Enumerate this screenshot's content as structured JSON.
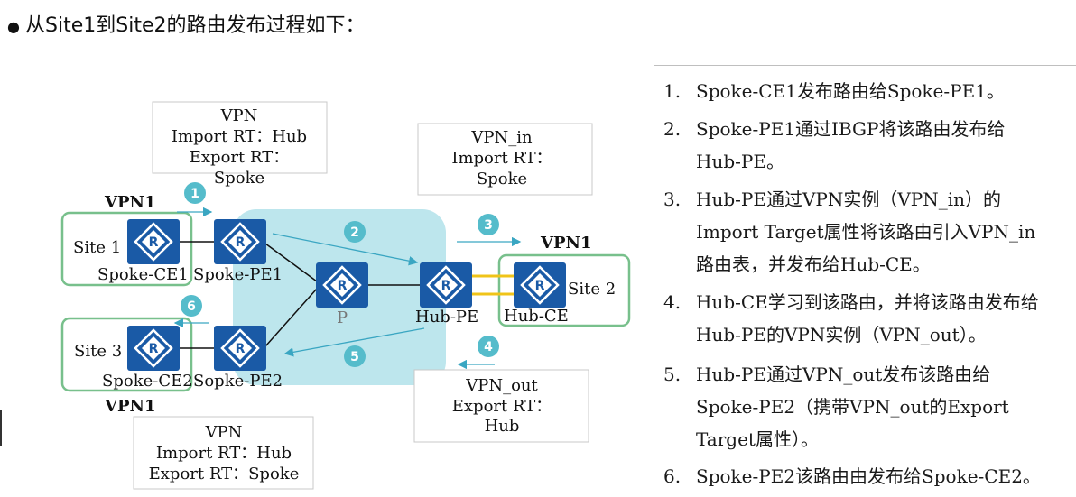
{
  "heading": "从Site1到Site2的路由发布过程如下：",
  "diagram": {
    "nodes": {
      "spoke_ce1": "Spoke-CE1",
      "spoke_pe1": "Spoke-PE1",
      "p": "P",
      "hub_pe": "Hub-PE",
      "hub_ce": "Hub-CE",
      "spoke_ce2": "Spoke-CE2",
      "spoke_pe2": "Sopke-PE2"
    },
    "sites": {
      "site1": "Site 1",
      "site2": "Site 2",
      "site3": "Site 3"
    },
    "vpn_labels": {
      "top_left": "VPN1",
      "right": "VPN1",
      "bottom_left": "VPN1"
    },
    "boxes": {
      "spoke_pe1_vpn": [
        "VPN",
        "Import RT：Hub",
        "Export RT：",
        "Spoke"
      ],
      "vpn_in": [
        "VPN_in",
        "Import RT：",
        "Spoke"
      ],
      "vpn_out": [
        "VPN_out",
        "Export RT：",
        "Hub"
      ],
      "spoke_pe2_vpn": [
        "VPN",
        "Import RT：Hub",
        "Export RT：Spoke"
      ]
    },
    "step_badges": [
      "1",
      "2",
      "3",
      "4",
      "5",
      "6"
    ],
    "colors": {
      "router": "#1a5aa6",
      "core": "#bde6ed",
      "site_border": "#78c08c",
      "badge": "#55bccb",
      "arrow": "#3aa6c2",
      "hub_link": "#f0c419"
    }
  },
  "steps": [
    {
      "num": "1.",
      "lines": [
        "Spoke-CE1发布路由给Spoke-PE1。"
      ]
    },
    {
      "num": "2.",
      "lines": [
        "Spoke-PE1通过IBGP将该路由发布给",
        "Hub-PE。"
      ]
    },
    {
      "num": "3.",
      "lines": [
        "Hub-PE通过VPN实例（VPN_in）的",
        "Import Target属性将该路由引入VPN_in",
        "路由表，并发布给Hub-CE。"
      ]
    },
    {
      "num": "4.",
      "lines": [
        "Hub-CE学习到该路由，并将该路由发布给",
        "Hub-PE的VPN实例（VPN_out）。"
      ]
    },
    {
      "num": "5.",
      "lines": [
        "Hub-PE通过VPN_out发布该路由给",
        "Spoke-PE2（携带VPN_out的Export",
        "Target属性）。"
      ]
    },
    {
      "num": "6.",
      "lines": [
        "Spoke-PE2该路由由发布给Spoke-CE2。"
      ]
    }
  ]
}
